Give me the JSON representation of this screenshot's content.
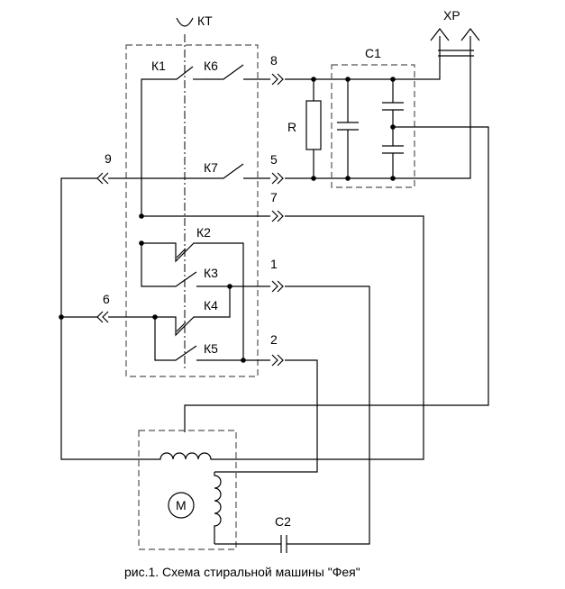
{
  "labels": {
    "timer": "КТ",
    "plug": "ХР",
    "k1": "К1",
    "k2": "К2",
    "k3": "К3",
    "k4": "К4",
    "k5": "К5",
    "k6": "К6",
    "k7": "К7",
    "resistor": "R",
    "cap1": "С1",
    "cap2": "С2",
    "motor": "М"
  },
  "terminals": {
    "t8": "8",
    "t5": "5",
    "t9": "9",
    "t7": "7",
    "t1": "1",
    "t6": "6",
    "t2": "2"
  },
  "caption": "рис.1. Схема стиральной машины \"Фея\""
}
